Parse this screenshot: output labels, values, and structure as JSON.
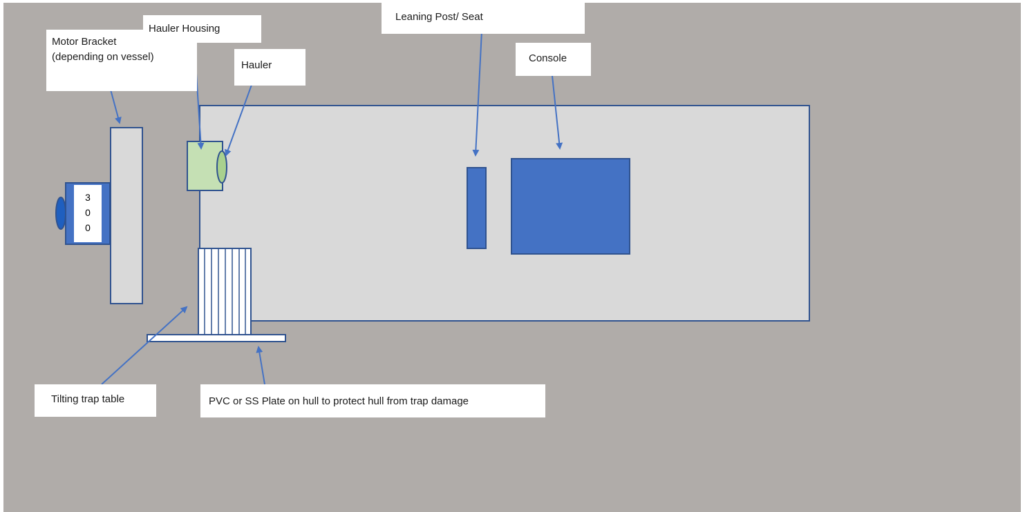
{
  "colors": {
    "background": "#b0aca9",
    "hull_fill": "#d9d9d9",
    "outline": "#2f528f",
    "accent_blue": "#4472c4",
    "hauler_housing": "#c5e0b4",
    "hauler_fill": "#a9d18e",
    "label_bg": "#ffffff",
    "motor_cap": "#1f5fbf"
  },
  "labels": {
    "motor_bracket_line1": "Motor Bracket",
    "motor_bracket_line2": "(depending on vessel)",
    "hauler_housing": "Hauler Housing",
    "hauler": "Hauler",
    "leaning_post": "Leaning Post/ Seat",
    "console": "Console",
    "tilting_trap_table": "Tilting trap table",
    "pvc_plate": "PVC or SS Plate on hull to protect hull from trap damage"
  },
  "engine": {
    "digits": [
      "3",
      "0",
      "0"
    ]
  }
}
